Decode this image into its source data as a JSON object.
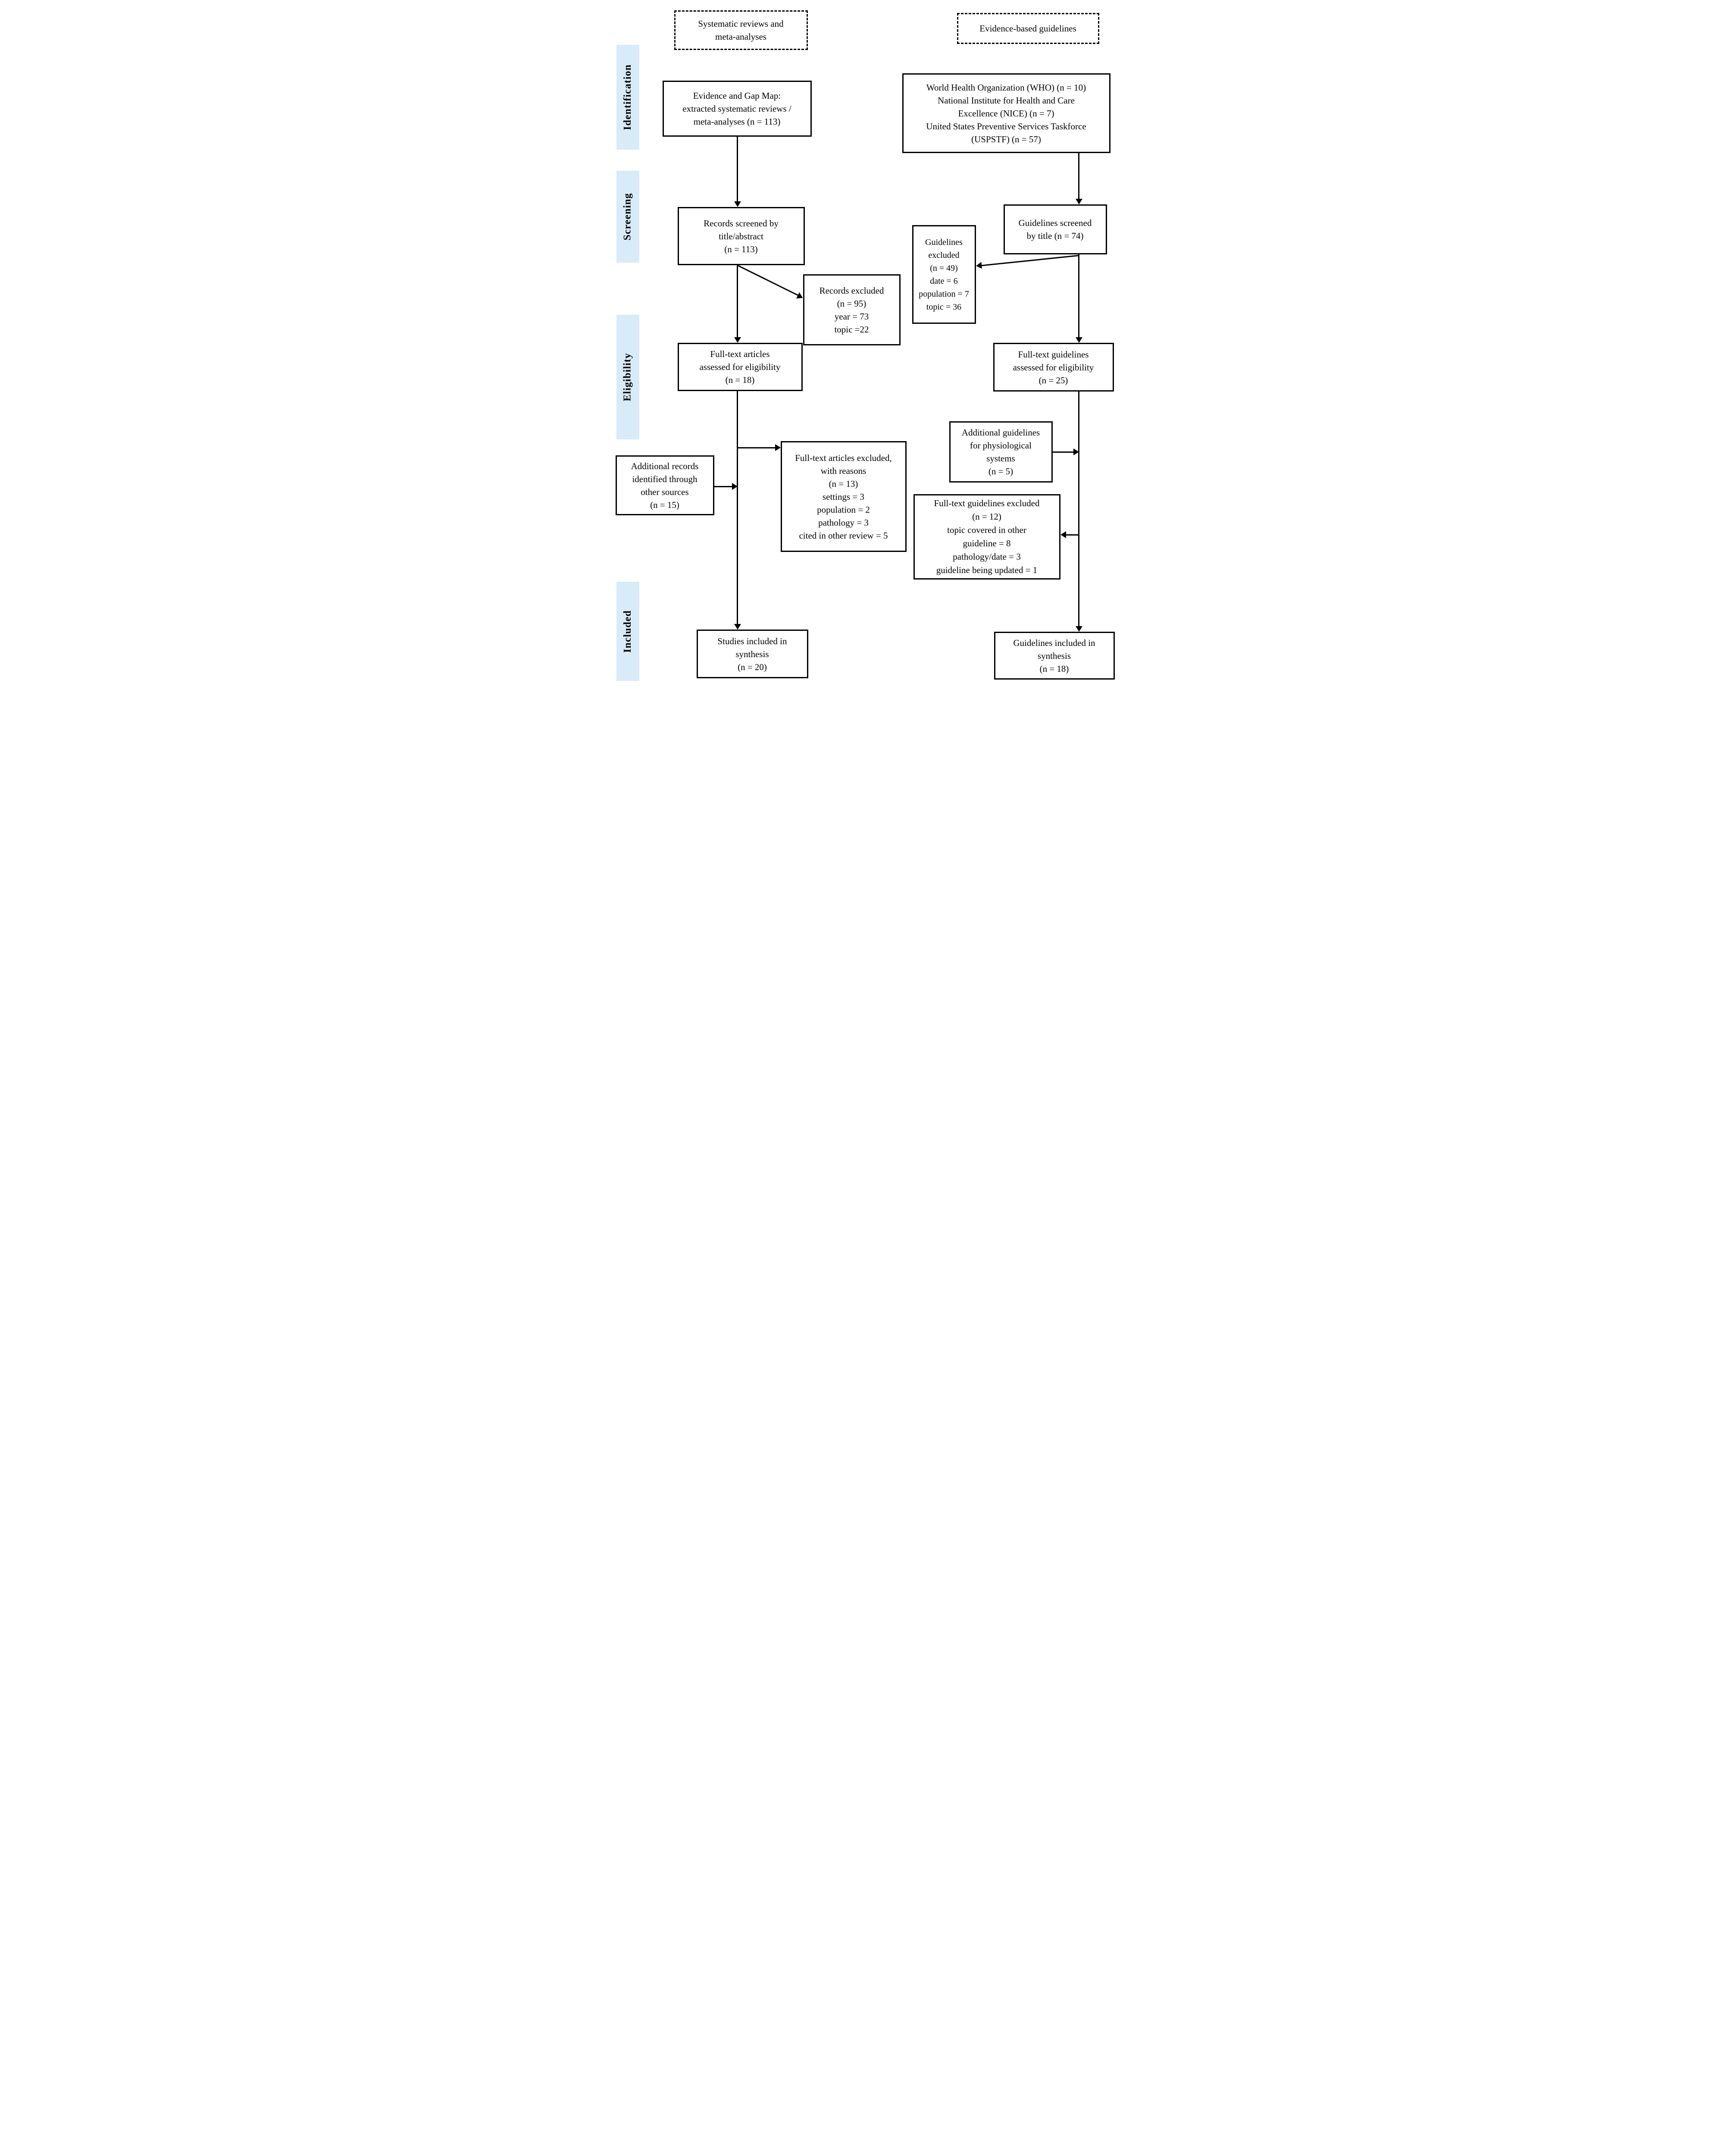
{
  "figure": {
    "type": "prisma-flow-diagram",
    "colors": {
      "stage_label_bg": "#d7ebf8",
      "box_border": "#000000",
      "arrow": "#000000",
      "background": "#ffffff"
    },
    "stage_labels": [
      "Identification",
      "Screening",
      "Eligibility",
      "Included"
    ],
    "boxes": {
      "header_left": {
        "lines": [
          "Systematic reviews and",
          "meta-analyses"
        ]
      },
      "header_right": {
        "lines": [
          "Evidence-based guidelines"
        ]
      },
      "id_left": {
        "lines": [
          "Evidence and Gap Map:",
          "extracted systematic reviews /",
          "meta-analyses (n = 113)"
        ]
      },
      "id_right": {
        "lines": [
          "World Health Organization (WHO) (n = 10)",
          "National Institute for Health and Care",
          "Excellence (NICE) (n = 7)",
          "United States Preventive Services Taskforce",
          "(USPSTF) (n = 57)"
        ]
      },
      "screened_left": {
        "lines": [
          "Records screened by",
          "title/abstract",
          "(n = 113)"
        ]
      },
      "screened_right": {
        "lines": [
          "Guidelines screened",
          "by title (n = 74)"
        ]
      },
      "records_excluded": {
        "lines": [
          "Records excluded",
          "(n = 95)",
          "year = 73",
          "topic =22"
        ]
      },
      "guidelines_excluded": {
        "lines": [
          "Guidelines",
          "excluded",
          "(n = 49)",
          "date = 6",
          "population = 7",
          "topic = 36"
        ]
      },
      "eligibility_left": {
        "lines": [
          "Full-text articles",
          "assessed for eligibility",
          "(n = 18)"
        ]
      },
      "eligibility_right": {
        "lines": [
          "Full-text guidelines",
          "assessed for eligibility",
          "(n = 25)"
        ]
      },
      "additional_records": {
        "lines": [
          "Additional records",
          "identified through",
          "other sources",
          "(n = 15)"
        ]
      },
      "articles_excluded": {
        "lines": [
          "Full-text articles excluded,",
          "with reasons",
          "(n = 13)",
          "settings = 3",
          "population = 2",
          "pathology = 3",
          "cited in other review = 5"
        ]
      },
      "additional_guidelines": {
        "lines": [
          "Additional guidelines",
          "for physiological",
          "systems",
          "(n = 5)"
        ]
      },
      "guidelines_fulltext_excluded": {
        "lines": [
          "Full-text guidelines excluded",
          "(n = 12)",
          "topic covered in other",
          "guideline = 8",
          "pathology/date = 3",
          "guideline being updated = 1"
        ]
      },
      "included_left": {
        "lines": [
          "Studies included in",
          "synthesis",
          "(n = 20)"
        ]
      },
      "included_right": {
        "lines": [
          "Guidelines included in",
          "synthesis",
          "(n = 18)"
        ]
      }
    }
  }
}
